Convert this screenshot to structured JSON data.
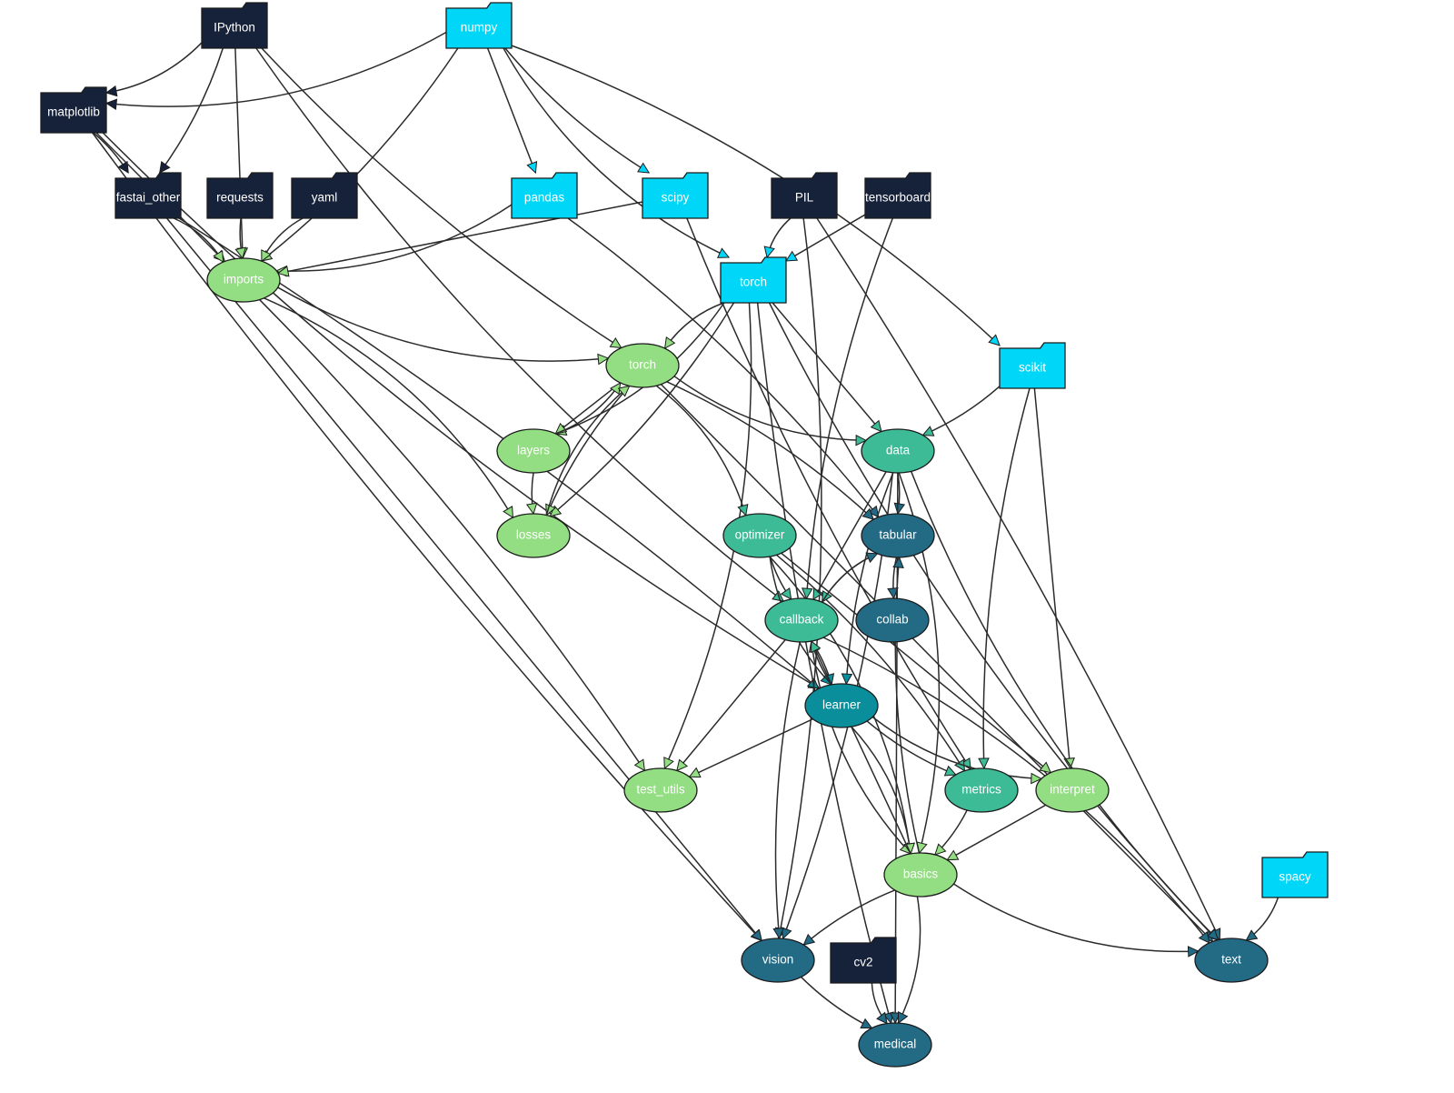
{
  "colors": {
    "package_dark": "#16213a",
    "package_cyan": "#00d7f8",
    "module_light": "#93dd82",
    "module_teal": "#3dba96",
    "module_mid": "#0a8e9c",
    "module_dark": "#236a85",
    "edge": "#2b2b2b"
  },
  "nodes": [
    {
      "id": "ipython",
      "label": "IPython",
      "kind": "folder",
      "color": "package_dark"
    },
    {
      "id": "numpy",
      "label": "numpy",
      "kind": "folder",
      "color": "package_cyan"
    },
    {
      "id": "matplotlib",
      "label": "matplotlib",
      "kind": "folder",
      "color": "package_dark"
    },
    {
      "id": "fastai_other",
      "label": "fastai_other",
      "kind": "folder",
      "color": "package_dark"
    },
    {
      "id": "requests",
      "label": "requests",
      "kind": "folder",
      "color": "package_dark"
    },
    {
      "id": "yaml",
      "label": "yaml",
      "kind": "folder",
      "color": "package_dark"
    },
    {
      "id": "pandas",
      "label": "pandas",
      "kind": "folder",
      "color": "package_cyan"
    },
    {
      "id": "scipy",
      "label": "scipy",
      "kind": "folder",
      "color": "package_cyan"
    },
    {
      "id": "pil",
      "label": "PIL",
      "kind": "folder",
      "color": "package_dark"
    },
    {
      "id": "tensorboard",
      "label": "tensorboard",
      "kind": "folder",
      "color": "package_dark"
    },
    {
      "id": "torch_pkg",
      "label": "torch",
      "kind": "folder",
      "color": "package_cyan"
    },
    {
      "id": "scikit",
      "label": "scikit",
      "kind": "folder",
      "color": "package_cyan"
    },
    {
      "id": "spacy",
      "label": "spacy",
      "kind": "folder",
      "color": "package_cyan"
    },
    {
      "id": "cv2",
      "label": "cv2",
      "kind": "folder",
      "color": "package_dark"
    },
    {
      "id": "imports",
      "label": "imports",
      "kind": "ellipse",
      "color": "module_light"
    },
    {
      "id": "torch_core",
      "label": "torch",
      "kind": "ellipse",
      "color": "module_light"
    },
    {
      "id": "layers",
      "label": "layers",
      "kind": "ellipse",
      "color": "module_light"
    },
    {
      "id": "losses",
      "label": "losses",
      "kind": "ellipse",
      "color": "module_light"
    },
    {
      "id": "data",
      "label": "data",
      "kind": "ellipse",
      "color": "module_teal"
    },
    {
      "id": "optimizer",
      "label": "optimizer",
      "kind": "ellipse",
      "color": "module_teal"
    },
    {
      "id": "tabular",
      "label": "tabular",
      "kind": "ellipse",
      "color": "module_dark"
    },
    {
      "id": "callback",
      "label": "callback",
      "kind": "ellipse",
      "color": "module_teal"
    },
    {
      "id": "collab",
      "label": "collab",
      "kind": "ellipse",
      "color": "module_dark"
    },
    {
      "id": "learner",
      "label": "learner",
      "kind": "ellipse",
      "color": "module_mid"
    },
    {
      "id": "test_utils",
      "label": "test_utils",
      "kind": "ellipse",
      "color": "module_light"
    },
    {
      "id": "metrics",
      "label": "metrics",
      "kind": "ellipse",
      "color": "module_teal"
    },
    {
      "id": "interpret",
      "label": "interpret",
      "kind": "ellipse",
      "color": "module_light"
    },
    {
      "id": "basics",
      "label": "basics",
      "kind": "ellipse",
      "color": "module_light"
    },
    {
      "id": "vision",
      "label": "vision",
      "kind": "ellipse",
      "color": "module_dark"
    },
    {
      "id": "text",
      "label": "text",
      "kind": "ellipse",
      "color": "module_dark"
    },
    {
      "id": "medical",
      "label": "medical",
      "kind": "ellipse",
      "color": "module_dark"
    }
  ],
  "edges": [
    [
      "ipython",
      "matplotlib"
    ],
    [
      "ipython",
      "fastai_other"
    ],
    [
      "ipython",
      "imports"
    ],
    [
      "ipython",
      "torch_core"
    ],
    [
      "ipython",
      "callback"
    ],
    [
      "numpy",
      "matplotlib"
    ],
    [
      "numpy",
      "imports"
    ],
    [
      "numpy",
      "pandas"
    ],
    [
      "numpy",
      "scipy"
    ],
    [
      "numpy",
      "torch_pkg"
    ],
    [
      "numpy",
      "scikit"
    ],
    [
      "matplotlib",
      "fastai_other"
    ],
    [
      "matplotlib",
      "imports"
    ],
    [
      "matplotlib",
      "vision"
    ],
    [
      "matplotlib",
      "learner"
    ],
    [
      "fastai_other",
      "imports"
    ],
    [
      "fastai_other",
      "learner"
    ],
    [
      "fastai_other",
      "vision"
    ],
    [
      "requests",
      "imports"
    ],
    [
      "yaml",
      "imports"
    ],
    [
      "pandas",
      "imports"
    ],
    [
      "pandas",
      "tabular"
    ],
    [
      "scipy",
      "imports"
    ],
    [
      "scipy",
      "metrics"
    ],
    [
      "pil",
      "torch_pkg"
    ],
    [
      "pil",
      "vision"
    ],
    [
      "pil",
      "text"
    ],
    [
      "tensorboard",
      "torch_pkg"
    ],
    [
      "tensorboard",
      "callback"
    ],
    [
      "torch_pkg",
      "torch_core"
    ],
    [
      "torch_pkg",
      "layers"
    ],
    [
      "torch_pkg",
      "losses"
    ],
    [
      "torch_pkg",
      "data"
    ],
    [
      "torch_pkg",
      "medical"
    ],
    [
      "torch_pkg",
      "text"
    ],
    [
      "torch_pkg",
      "test_utils"
    ],
    [
      "scikit",
      "data"
    ],
    [
      "scikit",
      "interpret"
    ],
    [
      "scikit",
      "metrics"
    ],
    [
      "imports",
      "torch_core"
    ],
    [
      "imports",
      "losses"
    ],
    [
      "imports",
      "test_utils"
    ],
    [
      "torch_core",
      "layers"
    ],
    [
      "torch_core",
      "losses"
    ],
    [
      "torch_core",
      "data"
    ],
    [
      "torch_core",
      "optimizer"
    ],
    [
      "torch_core",
      "tabular"
    ],
    [
      "torch_core",
      "text"
    ],
    [
      "layers",
      "losses"
    ],
    [
      "layers",
      "torch_core"
    ],
    [
      "losses",
      "torch_core"
    ],
    [
      "data",
      "tabular"
    ],
    [
      "data",
      "callback"
    ],
    [
      "data",
      "learner"
    ],
    [
      "data",
      "text"
    ],
    [
      "data",
      "basics"
    ],
    [
      "data",
      "vision"
    ],
    [
      "data",
      "medical"
    ],
    [
      "optimizer",
      "callback"
    ],
    [
      "optimizer",
      "learner"
    ],
    [
      "optimizer",
      "basics"
    ],
    [
      "optimizer",
      "metrics"
    ],
    [
      "optimizer",
      "interpret"
    ],
    [
      "tabular",
      "collab"
    ],
    [
      "tabular",
      "callback"
    ],
    [
      "callback",
      "tabular"
    ],
    [
      "callback",
      "learner"
    ],
    [
      "callback",
      "test_utils"
    ],
    [
      "callback",
      "vision"
    ],
    [
      "callback",
      "basics"
    ],
    [
      "callback",
      "text"
    ],
    [
      "learner",
      "callback"
    ],
    [
      "learner",
      "test_utils"
    ],
    [
      "learner",
      "metrics"
    ],
    [
      "learner",
      "interpret"
    ],
    [
      "learner",
      "basics"
    ],
    [
      "metrics",
      "basics"
    ],
    [
      "interpret",
      "basics"
    ],
    [
      "basics",
      "vision"
    ],
    [
      "basics",
      "text"
    ],
    [
      "basics",
      "medical"
    ],
    [
      "basics",
      "tabular"
    ],
    [
      "basics",
      "callback"
    ],
    [
      "vision",
      "medical"
    ],
    [
      "cv2",
      "medical"
    ],
    [
      "spacy",
      "text"
    ]
  ]
}
